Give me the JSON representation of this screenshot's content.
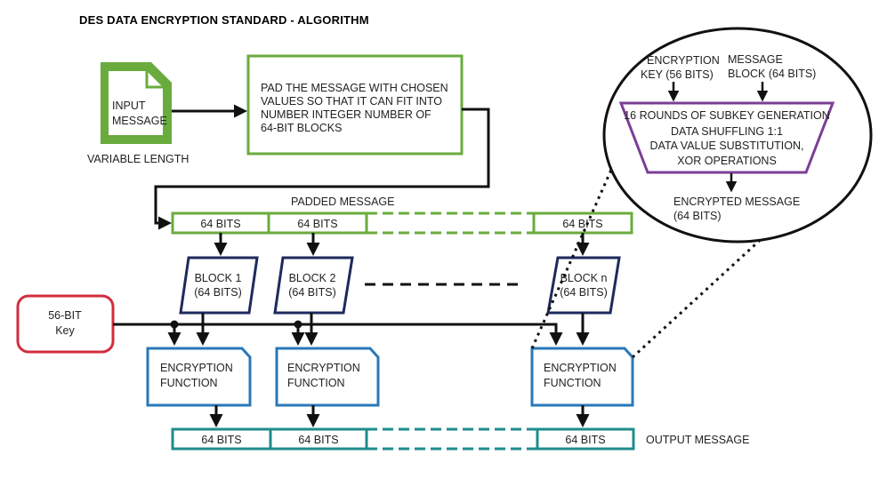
{
  "title": "DES DATA ENCRYPTION STANDARD - ALGORITHM",
  "input": {
    "label_line1": "INPUT",
    "label_line2": "MESSAGE",
    "caption": "VARIABLE LENGTH"
  },
  "pad_step": {
    "lines": [
      "PAD THE MESSAGE WITH CHOSEN",
      "VALUES SO THAT IT CAN FIT INTO",
      "NUMBER INTEGER NUMBER OF",
      "64-BIT BLOCKS"
    ]
  },
  "padded_message": {
    "label": "PADDED MESSAGE",
    "cells": [
      "64 BITS",
      "64 BITS",
      "64 BITS"
    ]
  },
  "blocks": [
    {
      "line1": "BLOCK 1",
      "line2": "(64 BITS)"
    },
    {
      "line1": "BLOCK 2",
      "line2": "(64 BITS)"
    },
    {
      "line1": "BLOCK n",
      "line2": "(64 BITS)"
    }
  ],
  "key": {
    "line1": "56-BIT",
    "line2": "Key"
  },
  "encryption_functions": [
    {
      "line1": "ENCRYPTION",
      "line2": "FUNCTION"
    },
    {
      "line1": "ENCRYPTION",
      "line2": "FUNCTION"
    },
    {
      "line1": "ENCRYPTION",
      "line2": "FUNCTION"
    }
  ],
  "output_message": {
    "label": "OUTPUT MESSAGE",
    "cells": [
      "64 BITS",
      "64 BITS",
      "64 BITS"
    ]
  },
  "detail": {
    "key_input": {
      "line1": "ENCRYPTION",
      "line2": "KEY (56 BITS)"
    },
    "block_input": {
      "line1": "MESSAGE",
      "line2": "BLOCK (64 BITS)"
    },
    "process_lines": [
      "16 ROUNDS OF SUBKEY GENERATION",
      "DATA SHUFFLING 1:1",
      "DATA VALUE SUBSTITUTION,",
      "XOR OPERATIONS"
    ],
    "output": {
      "line1": "ENCRYPTED MESSAGE",
      "line2": "(64 BITS)"
    }
  },
  "colors": {
    "green": "#6aab3e",
    "navy": "#1e2a5e",
    "red": "#d12d3f",
    "blue": "#2a78b8",
    "teal": "#1f8c8c",
    "purple": "#7b3e96",
    "black": "#111111"
  }
}
